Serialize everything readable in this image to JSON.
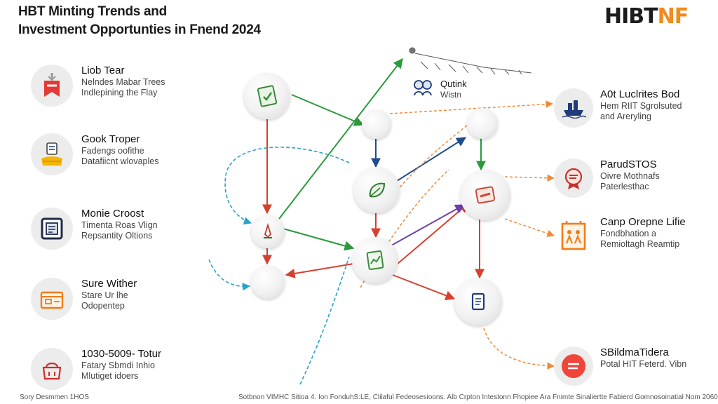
{
  "header": {
    "title_line1": "HBT Minting Trends and",
    "title_line2": "Investment Opportunties in Fnend 2024",
    "brand_dark": "HIBT",
    "brand_orange": "NF"
  },
  "left_items": [
    {
      "name": "Liob Tear",
      "desc1": "Nelndes Mabar Trees",
      "desc2": "Indlepining the Flay",
      "icon": "bookmark-icon"
    },
    {
      "name": "Gook Troper",
      "desc1": "Fadengs oofithe",
      "desc2": "Datafiicnt wlovaples",
      "icon": "token-stack-icon"
    },
    {
      "name": "Monie Croost",
      "desc1": "Timenta Roas Vlign",
      "desc2": "Repsantity Oltions",
      "icon": "chip-icon"
    },
    {
      "name": "Sure Wither",
      "desc1": "Stare Ur lhe",
      "desc2": "Odopentep",
      "icon": "wallet-icon"
    },
    {
      "name": "1030-5009- Totur",
      "desc1": "Fatary Sbmdi Inhio",
      "desc2": "Mlutiget idoers",
      "icon": "bag-icon"
    }
  ],
  "right_items": [
    {
      "name": "A0t Luclrites Bod",
      "desc1": "Hem RIIT Sgrolsuted",
      "desc2": "and Areryling",
      "icon": "ship-icon"
    },
    {
      "name": "ParudSTOS",
      "desc1": "Oivre Mothnafs",
      "desc2": "Paterlesthac",
      "icon": "badge-icon"
    },
    {
      "name": "Canp Orepne Lifie",
      "desc1": "Fondbhation a",
      "desc2": "Remioltagh Reamtip",
      "icon": "people-icon"
    },
    {
      "name": "SBildmaTidera",
      "desc1": "Potal HIT Feterd. Vibn",
      "desc2": "",
      "icon": "coin-icon"
    }
  ],
  "quick": {
    "name": "Qutink",
    "sub": "Wistn",
    "icon": "users-icon"
  },
  "footer": {
    "left": "Sory Desmmen 1HOS",
    "right": "Sotbnon VIMHC Sitioa 4. Ion FonduhS:LE, Clilaful Fedeosesioons. Alb Crpton Intestonn Fhopiee Ara Fnimte Sinaliertte Fabierd Gomnosoinatial Nom 2060"
  },
  "colors": {
    "brand_orange": "#f28a1c",
    "arrow_green": "#2a9a3c",
    "arrow_red": "#d6402f",
    "arrow_navy": "#1f4e8c",
    "arrow_purple": "#6a3fb0",
    "arrow_teal": "#2aa3c7",
    "dashed_orange": "#ee8a3a"
  }
}
